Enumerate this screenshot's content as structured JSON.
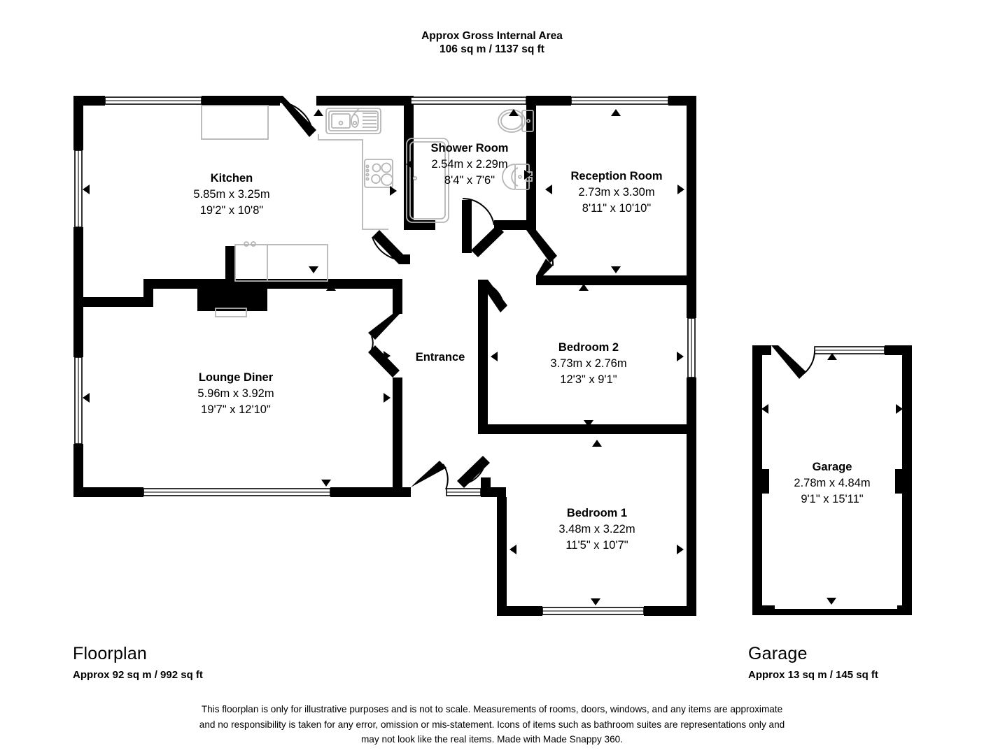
{
  "header": {
    "line1": "Approx Gross Internal Area",
    "line2": "106 sq m / 1137 sq ft"
  },
  "rooms": [
    {
      "key": "kitchen",
      "name": "Kitchen",
      "metric": "5.85m x 3.25m",
      "imperial": "19'2\" x 10'8\""
    },
    {
      "key": "shower_room",
      "name": "Shower Room",
      "metric": "2.54m x 2.29m",
      "imperial": "8'4\" x 7'6\""
    },
    {
      "key": "reception_room",
      "name": "Reception Room",
      "metric": "2.73m x 3.30m",
      "imperial": "8'11\" x 10'10\""
    },
    {
      "key": "lounge_diner",
      "name": "Lounge Diner",
      "metric": "5.96m x 3.92m",
      "imperial": "19'7\" x 12'10\""
    },
    {
      "key": "bedroom_2",
      "name": "Bedroom 2",
      "metric": "3.73m x 2.76m",
      "imperial": "12'3\" x 9'1\""
    },
    {
      "key": "bedroom_1",
      "name": "Bedroom 1",
      "metric": "3.48m x 3.22m",
      "imperial": "11'5\" x 10'7\""
    },
    {
      "key": "garage",
      "name": "Garage",
      "metric": "2.78m x 4.84m",
      "imperial": "9'1\" x 15'11\""
    }
  ],
  "entrance": {
    "label": "Entrance"
  },
  "footer": {
    "floorplan_title": "Floorplan",
    "floorplan_area": "Approx 92 sq m / 992 sq ft",
    "garage_title": "Garage",
    "garage_area": "Approx 13 sq m / 145 sq ft"
  },
  "disclaimer": {
    "line1": "This floorplan is only for illustrative purposes and is not to scale. Measurements of rooms, doors, windows, and any items are approximate",
    "line2": "and no responsibility is taken for any error, omission or mis-statement. Icons of items such as bathroom suites are representations only and",
    "line3": "may not look like the real items. Made with Made Snappy 360."
  },
  "colors": {
    "wall": "#000000",
    "background": "#ffffff",
    "fixture_outline": "#b8b8b8",
    "window_frame": "#000000"
  },
  "icons": {
    "sink": "kitchen-sink-icon",
    "hob": "cooker-hob-icon",
    "shower": "shower-tray-icon",
    "toilet": "toilet-icon",
    "basin": "wash-basin-icon",
    "counter": "kitchen-counter-icon",
    "direction_marker": "direction-arrow-icon"
  }
}
